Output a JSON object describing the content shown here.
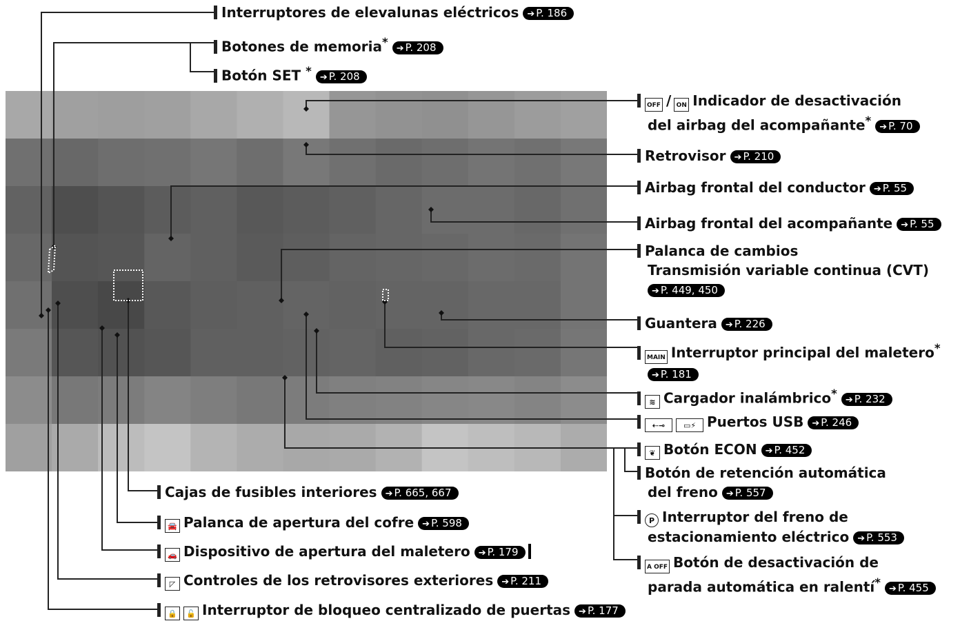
{
  "callouts": {
    "power_windows": {
      "label": "Interruptores de elevalunas eléctricos",
      "ref": "P. 186"
    },
    "memory_buttons": {
      "label": "Botones de memoria",
      "star": "*",
      "ref": "P. 208"
    },
    "set_button": {
      "label": "Botón SET",
      "star": "*",
      "ref": "P. 208"
    },
    "airbag_off": {
      "icon1": "OFF",
      "icon2": "ON",
      "sep": "/",
      "line1": "Indicador de desactivación",
      "line2": "del airbag del acompañante",
      "star": "*",
      "ref": "P. 70"
    },
    "mirror": {
      "label": "Retrovisor",
      "ref": "P. 210"
    },
    "driver_airbag": {
      "label": "Airbag frontal del conductor",
      "ref": "P. 55"
    },
    "passenger_airbag": {
      "label": "Airbag frontal del acompañante",
      "ref": "P. 55"
    },
    "shift_lever": {
      "line1": "Palanca de cambios",
      "line2": "Transmisión variable continua (CVT)",
      "ref": "P. 449, 450"
    },
    "glovebox": {
      "label": "Guantera",
      "ref": "P. 226"
    },
    "trunk_main": {
      "icon": "MAIN",
      "label": "Interruptor principal del maletero",
      "star": "*",
      "ref": "P. 181"
    },
    "wireless_charger": {
      "label": "Cargador inalámbrico",
      "star": "*",
      "ref": "P. 232"
    },
    "usb": {
      "label": "Puertos USB",
      "ref": "P. 246"
    },
    "econ": {
      "label": "Botón ECON",
      "ref": "P. 452"
    },
    "auto_brake_hold": {
      "line1": "Botón de retención automática",
      "line2": "del freno",
      "ref": "P. 557"
    },
    "parking_brake": {
      "icon": "P",
      "line1": "Interruptor del freno de",
      "line2": "estacionamiento eléctrico",
      "ref": "P. 553"
    },
    "idle_stop": {
      "icon": "A OFF",
      "line1": "Botón de desactivación de",
      "line2": "parada automática en ralentí",
      "star": "*",
      "ref": "P. 455"
    },
    "fuse_boxes": {
      "label": "Cajas de fusibles interiores",
      "ref": "P. 665, 667"
    },
    "hood_release": {
      "label": "Palanca de apertura del cofre",
      "ref": "P. 598"
    },
    "trunk_release": {
      "label": "Dispositivo de apertura del maletero",
      "ref": "P. 179"
    },
    "mirror_controls": {
      "label": "Controles de los retrovisores exteriores",
      "ref": "P. 211"
    },
    "door_lock": {
      "label": "Interruptor de bloqueo centralizado de puertas",
      "ref": "P. 177"
    }
  },
  "colors": {
    "line": "#222222",
    "ref_badge": "#000000",
    "photo_dark": "#4a4a4a",
    "photo_light": "#b8b8b8"
  }
}
